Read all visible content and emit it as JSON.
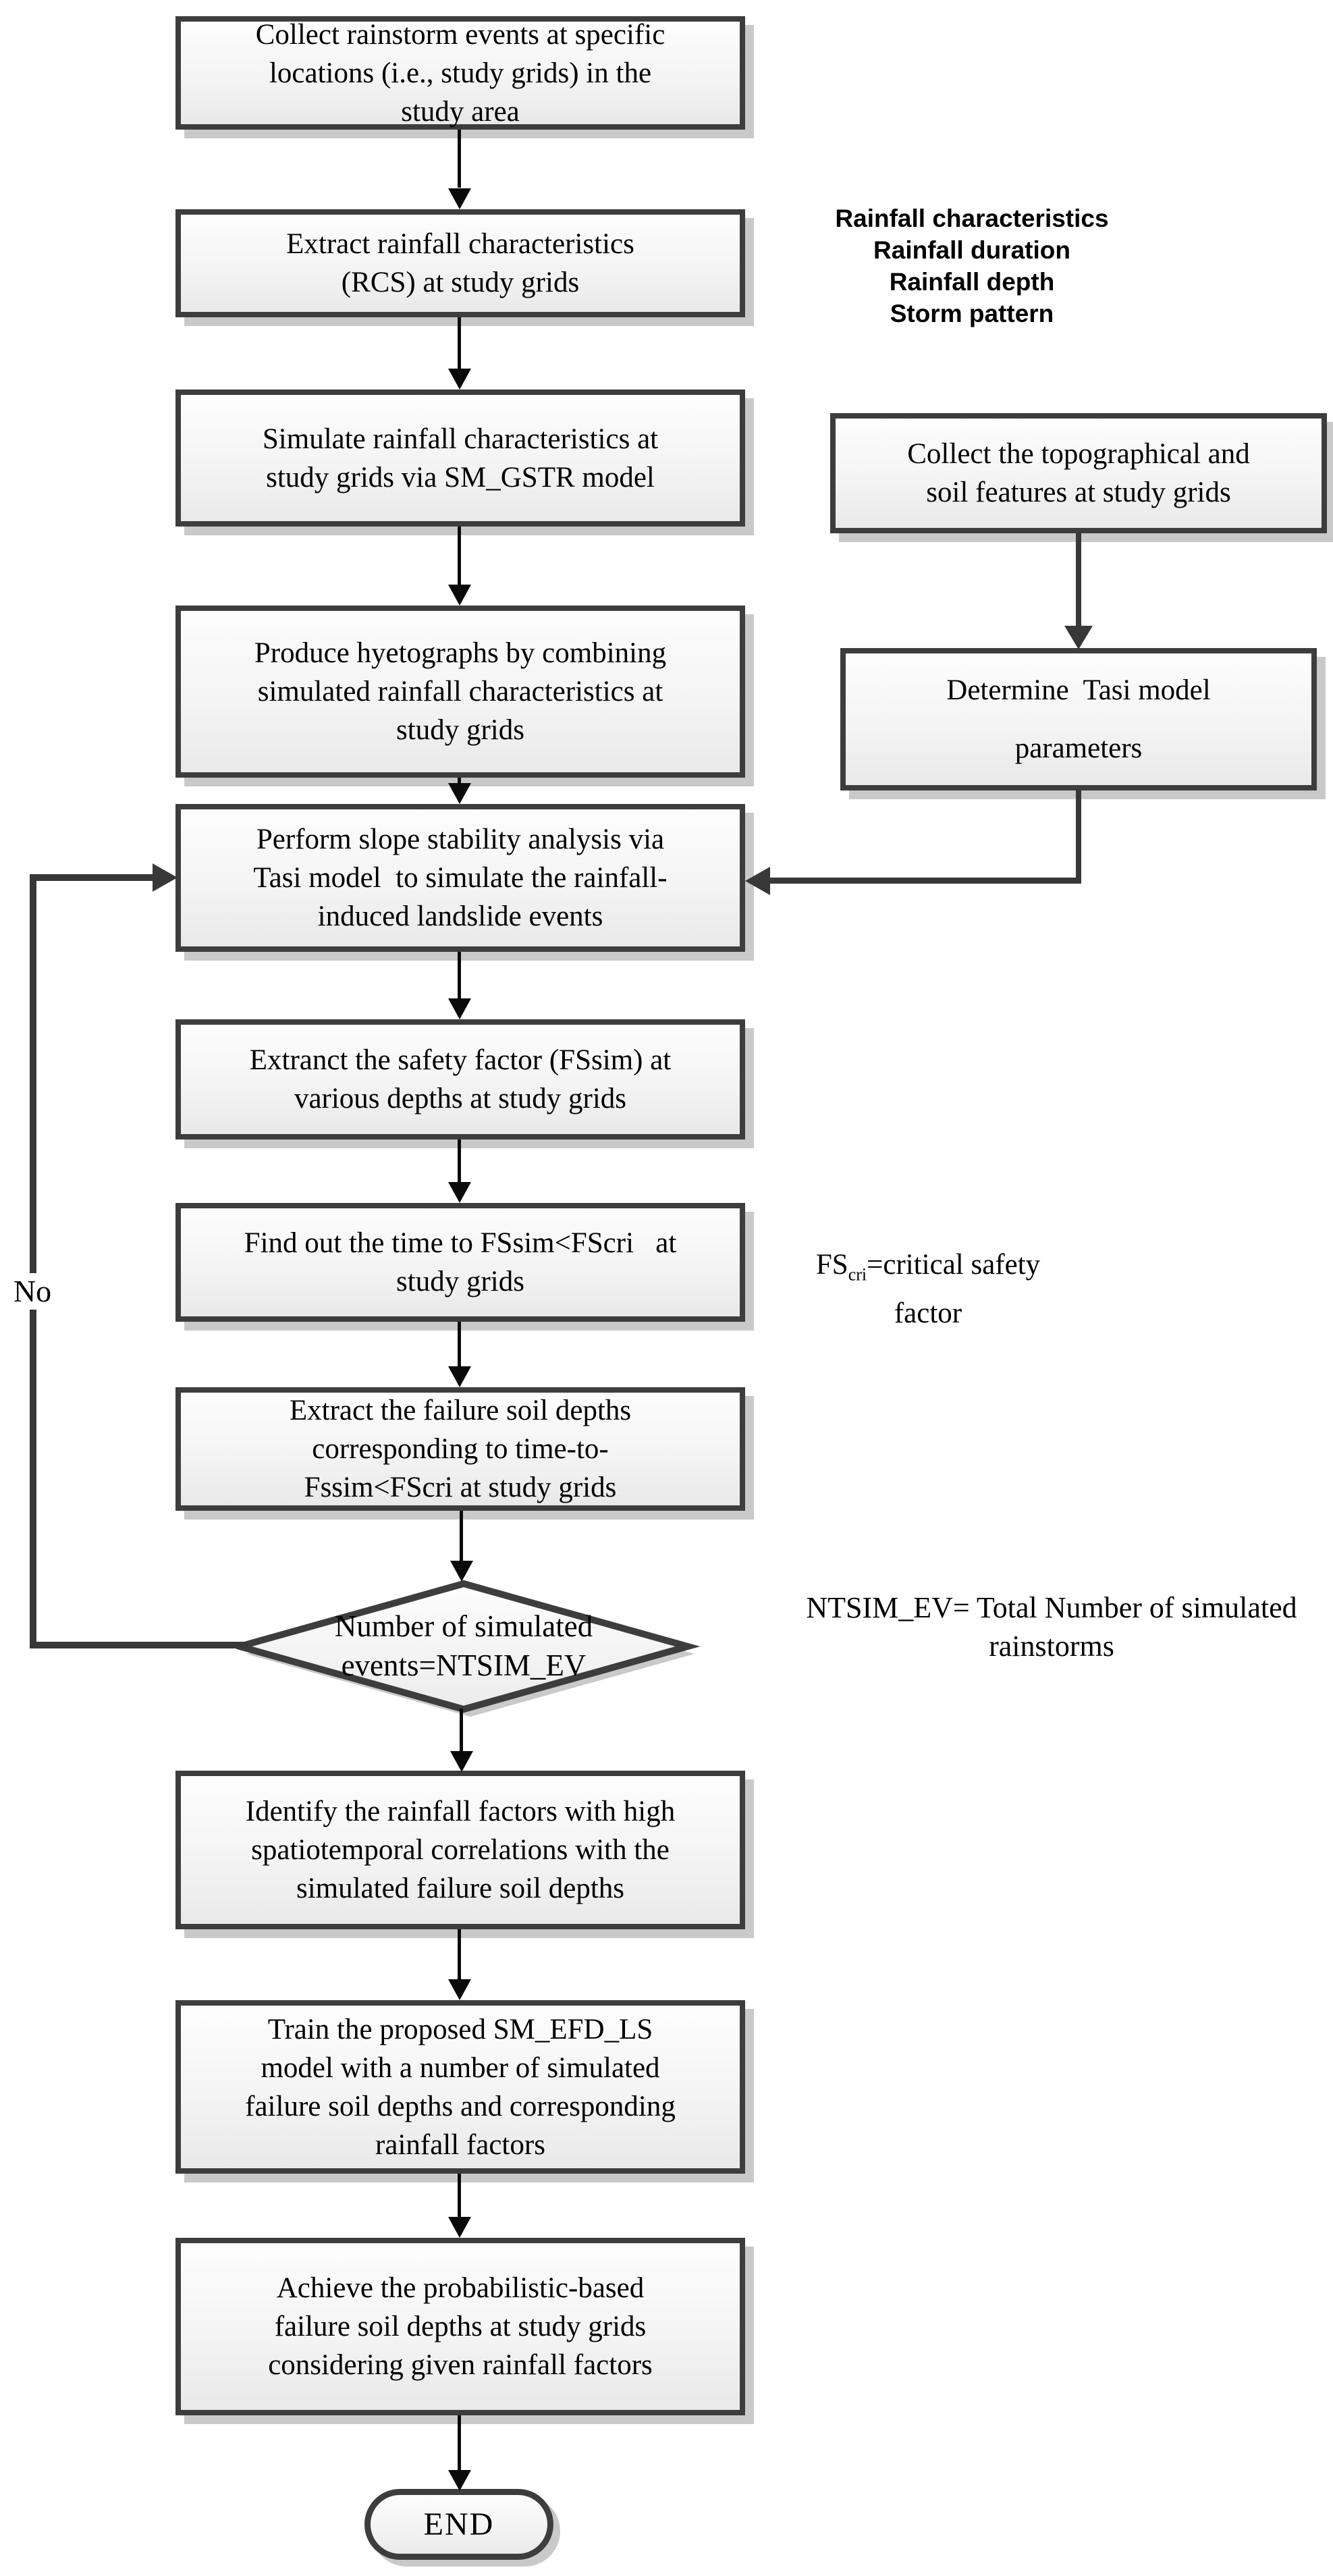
{
  "boxes": {
    "b1": {
      "lines": [
        "Collect rainstorm events at specific",
        "locations (i.e., study grids) in the",
        "study area"
      ]
    },
    "b2": {
      "lines": [
        "Extract rainfall characteristics",
        "(RCS) at study grids"
      ]
    },
    "b3": {
      "lines": [
        "Simulate rainfall characteristics at",
        "study grids via SM_GSTR model"
      ]
    },
    "b4": {
      "lines": [
        "Produce hyetographs by combining",
        "simulated rainfall characteristics at",
        "study grids"
      ]
    },
    "b5": {
      "lines": [
        "Perform slope stability analysis via",
        "Tasi model  to simulate the rainfall-",
        "induced landslide events"
      ]
    },
    "b6": {
      "lines": [
        "Extranct the safety factor (FSsim) at",
        "various depths at study grids"
      ]
    },
    "b7": {
      "lines": [
        "Find out the time to FSsim<FScri   at",
        "study grids"
      ]
    },
    "b8": {
      "lines": [
        "Extract the failure soil depths",
        "corresponding to time-to-",
        "Fssim<FScri at study grids"
      ]
    },
    "b9": {
      "lines": [
        "Identify the rainfall factors with high",
        "spatiotemporal correlations with the",
        "simulated failure soil depths"
      ]
    },
    "b10": {
      "lines": [
        "Train the proposed SM_EFD_LS",
        "model with a number of simulated",
        "failure soil depths and corresponding",
        "rainfall factors"
      ]
    },
    "b11": {
      "lines": [
        "Achieve the probabilistic-based",
        "failure soil depths at study grids",
        "considering given rainfall factors"
      ]
    },
    "boxA": {
      "lines": [
        "Collect the topographical and",
        "soil features at study grids"
      ]
    },
    "boxB": {
      "lines": [
        "Determine  Tasi model",
        "parameters"
      ]
    },
    "diamond": {
      "lines": [
        "Number of simulated",
        "events=NTSIM_EV"
      ]
    },
    "end": {
      "label": "END"
    }
  },
  "labels": {
    "no": "No"
  },
  "notes": {
    "rainfall": {
      "lines": [
        "Rainfall characteristics",
        "Rainfall duration",
        "Rainfall depth",
        "Storm pattern"
      ]
    },
    "fscri": {
      "fs": "FS",
      "sub": "cri",
      "rest": "=critical safety",
      "line2": "factor"
    },
    "ntsim": {
      "lines": [
        "NTSIM_EV= Total Number of simulated",
        "rainstorms"
      ]
    }
  },
  "colors": {
    "border": "#3d3d3d",
    "arrow": "#0a0a0a",
    "connector": "#383838",
    "shadow": "#c9c9c9"
  }
}
